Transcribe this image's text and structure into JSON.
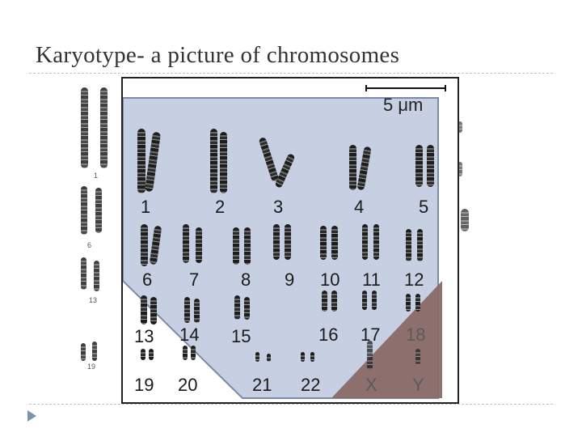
{
  "slide": {
    "title": "Karyotype- a picture of chromosomes"
  },
  "figure": {
    "scale_label": "5 μm",
    "labels": [
      "1",
      "2",
      "3",
      "4",
      "5",
      "6",
      "7",
      "8",
      "9",
      "10",
      "11",
      "12",
      "13",
      "14",
      "15",
      "16",
      "17",
      "18",
      "19",
      "20",
      "21",
      "22",
      "X",
      "Y"
    ],
    "ghost_labels": [
      "1",
      "6",
      "13",
      "19"
    ]
  },
  "colors": {
    "overlay_blue": "#c6d0e2",
    "overlay_brown": "#8a6a66",
    "rule": "#b8c4cf",
    "bullet": "#7c93ad"
  }
}
